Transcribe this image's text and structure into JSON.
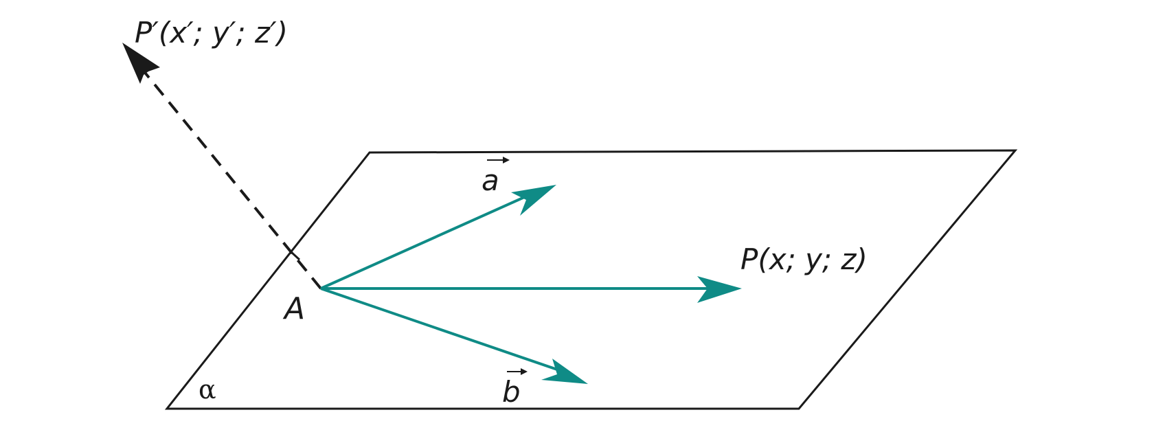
{
  "labels": {
    "p_prime": "P′(x′; y′; z′)",
    "p": "P(x; y; z)",
    "a_vec": "a",
    "b_vec": "b",
    "point_a": "A",
    "alpha": "α"
  },
  "colors": {
    "line": "#1a1a1a",
    "vector": "#0f8b86",
    "background": "#ffffff"
  }
}
